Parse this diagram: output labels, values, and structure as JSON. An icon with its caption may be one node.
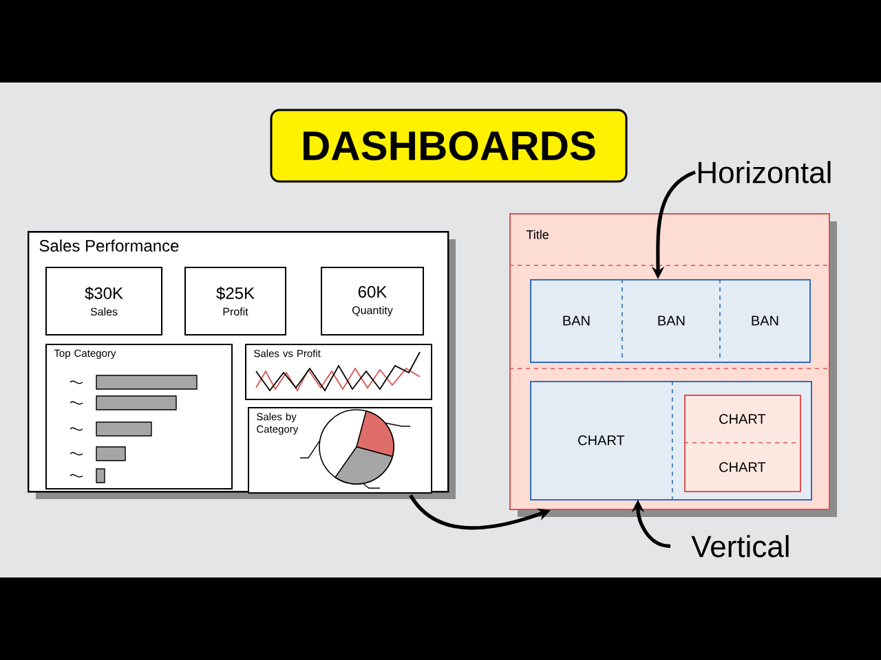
{
  "diagram": {
    "title": "DASHBOARDS",
    "nodes": [
      {
        "text": [
          "Sales Performance"
        ]
      },
      {
        "text": [
          "$30K",
          "Sales"
        ],
        "in": 0
      },
      {
        "text": [
          "$25K",
          "Profit"
        ],
        "in": 0
      },
      {
        "text": [
          "60K",
          "Quantity"
        ],
        "in": 0
      },
      {
        "text": [
          "Top Category"
        ],
        "in": 0
      },
      {
        "text": [
          "Sales vs Profit"
        ],
        "in": 0
      },
      {
        "text": [
          "Sales by Category"
        ],
        "in": 0
      },
      {
        "text": [
          "Title"
        ]
      },
      {
        "text": [],
        "shape": "box",
        "in": 7
      },
      {
        "text": [
          "BAN"
        ],
        "in": 8
      },
      {
        "text": [
          "BAN"
        ],
        "in": 8
      },
      {
        "text": [
          "BAN"
        ],
        "in": 8
      },
      {
        "text": [],
        "shape": "box",
        "in": 7
      },
      {
        "text": [
          "CHART"
        ],
        "in": 12
      },
      {
        "text": [],
        "shape": "box",
        "in": 12
      },
      {
        "text": [
          "CHART"
        ],
        "in": 14
      },
      {
        "text": [
          "CHART"
        ],
        "in": 14
      },
      {
        "text": [
          "Horizontal"
        ]
      },
      {
        "text": [
          "Vertical"
        ]
      }
    ],
    "edges": [
      {
        "from": 0,
        "to": 7,
        "arrow": "to"
      },
      {
        "from": 17,
        "to": 8,
        "arrow": "to"
      },
      {
        "from": 18,
        "to": 13,
        "arrow": "to"
      }
    ]
  }
}
